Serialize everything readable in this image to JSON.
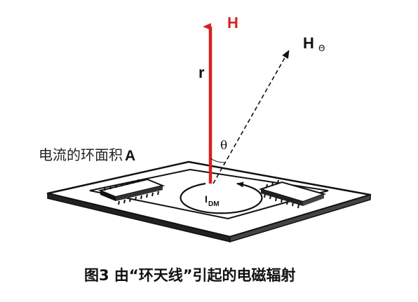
{
  "labels": {
    "H": "H",
    "H_theta": "H",
    "H_theta_sub": "Θ",
    "r": "r",
    "theta": "θ",
    "loop_area": "电流的环面积",
    "loop_area_A": "A",
    "current": "I",
    "current_sub": "DM"
  },
  "caption": "图3  由“环天线”引起的电磁辐射",
  "colors": {
    "h_arrow": "#d91f1f",
    "ink": "#111111",
    "board_fill": "#ffffff"
  }
}
